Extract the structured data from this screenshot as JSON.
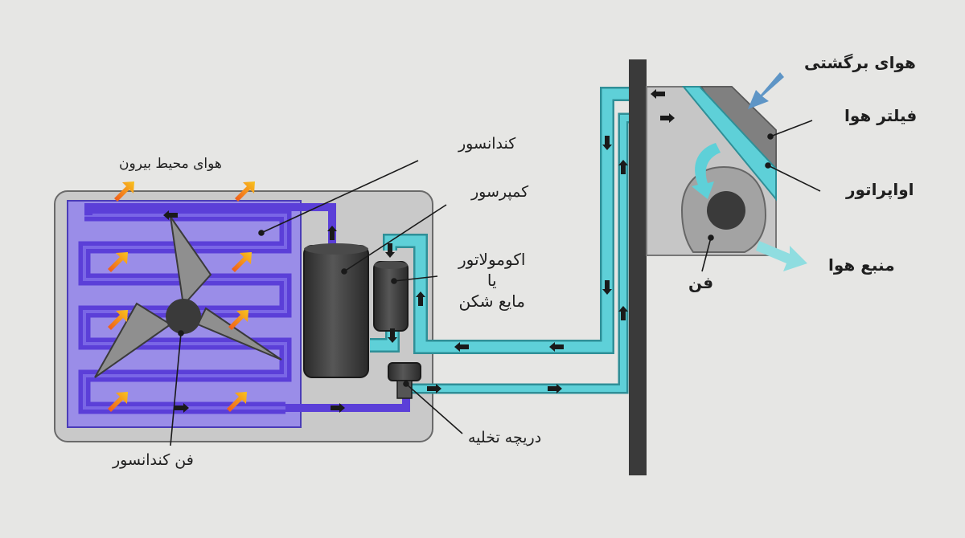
{
  "labels": {
    "ambient_air": "هوای محیط بیرون",
    "condenser": "کندانسور",
    "compressor": "کمپرسور",
    "accumulator_line1": "اکومولاتور",
    "accumulator_line2": "یا",
    "accumulator_line3": "مایع شکن",
    "discharge_valve": "دریچه تخلیه",
    "condenser_fan": "فن کندانسور",
    "return_air": "هوای برگشتی",
    "air_filter": "فیلتر هوا",
    "evaporator": "اواپراتور",
    "air_supply": "منبع هوا",
    "fan": "فن"
  },
  "colors": {
    "background": "#e6e6e4",
    "outdoor_unit": "#c9c9c9",
    "condenser_coil": "#5b3fd8",
    "condenser_panel": "#9a8de8",
    "refrigerant_cold": "#5ed0d8",
    "wall": "#3a3a3a",
    "indoor_unit": "#c6c6c6",
    "heat_arrow": "#f0921a",
    "airflow_arrow": "#5e95c6"
  },
  "icons": [
    "condenser-fan-icon",
    "heat-arrow-icon",
    "airflow-arrow-icon",
    "flow-direction-arrow-icon"
  ]
}
